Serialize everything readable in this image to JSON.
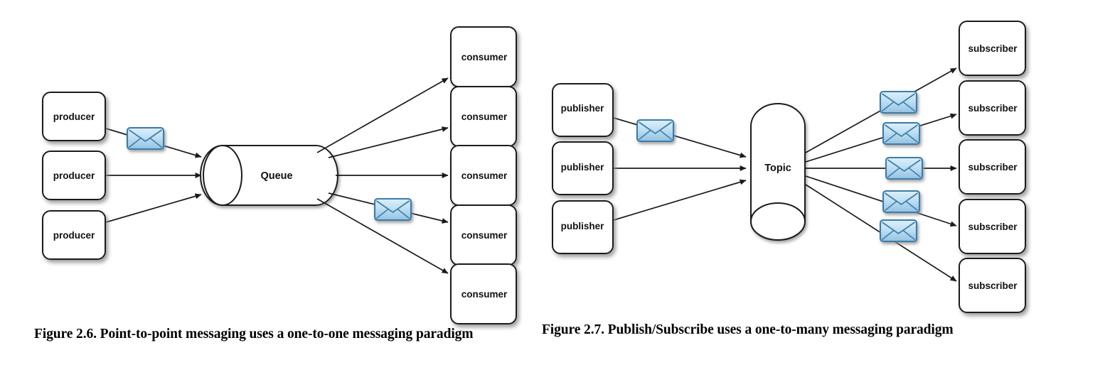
{
  "figures": [
    {
      "id": "point-to-point",
      "caption": "Figure 2.6. Point-to-point messaging uses a one-to-one messaging paradigm",
      "store": {
        "label": "Queue",
        "shape": "horizontal-cylinder"
      },
      "senders": [
        {
          "label": "producer"
        },
        {
          "label": "producer"
        },
        {
          "label": "producer"
        }
      ],
      "receivers": [
        {
          "label": "consumer"
        },
        {
          "label": "consumer"
        },
        {
          "label": "consumer"
        },
        {
          "label": "consumer"
        },
        {
          "label": "consumer"
        }
      ],
      "message_icons": 2,
      "icon_name": "envelope-icon"
    },
    {
      "id": "publish-subscribe",
      "caption": "Figure 2.7. Publish/Subscribe uses a one-to-many messaging paradigm",
      "store": {
        "label": "Topic",
        "shape": "vertical-cylinder"
      },
      "senders": [
        {
          "label": "publisher"
        },
        {
          "label": "publisher"
        },
        {
          "label": "publisher"
        }
      ],
      "receivers": [
        {
          "label": "subscriber"
        },
        {
          "label": "subscriber"
        },
        {
          "label": "subscriber"
        },
        {
          "label": "subscriber"
        },
        {
          "label": "subscriber"
        }
      ],
      "message_icons": 6,
      "icon_name": "envelope-icon"
    }
  ],
  "colors": {
    "background": "#ffffff",
    "node_fill": "#ffffff",
    "node_stroke": "#1a1a1a",
    "text": "#111111",
    "arrow": "#1a1a1a",
    "envelope_border": "#3d7ba8",
    "envelope_fill_top": "#d8ebf8",
    "envelope_fill_bottom": "#9cc8e6",
    "shadow": "#9a9a9a"
  }
}
